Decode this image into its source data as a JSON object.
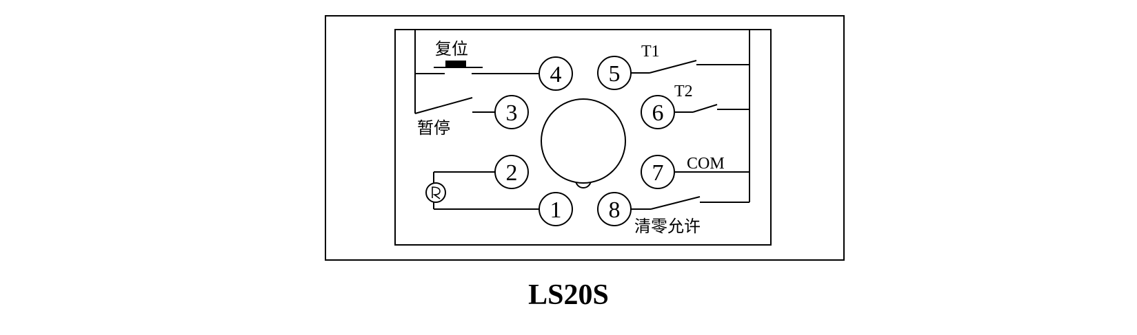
{
  "labels": {
    "reset": "复位",
    "pause": "暂停",
    "t1": "T1",
    "t2": "T2",
    "com": "COM",
    "clear_allow": "清零允许"
  },
  "terminals": [
    "1",
    "2",
    "3",
    "4",
    "5",
    "6",
    "7",
    "8"
  ],
  "model": "LS20S"
}
